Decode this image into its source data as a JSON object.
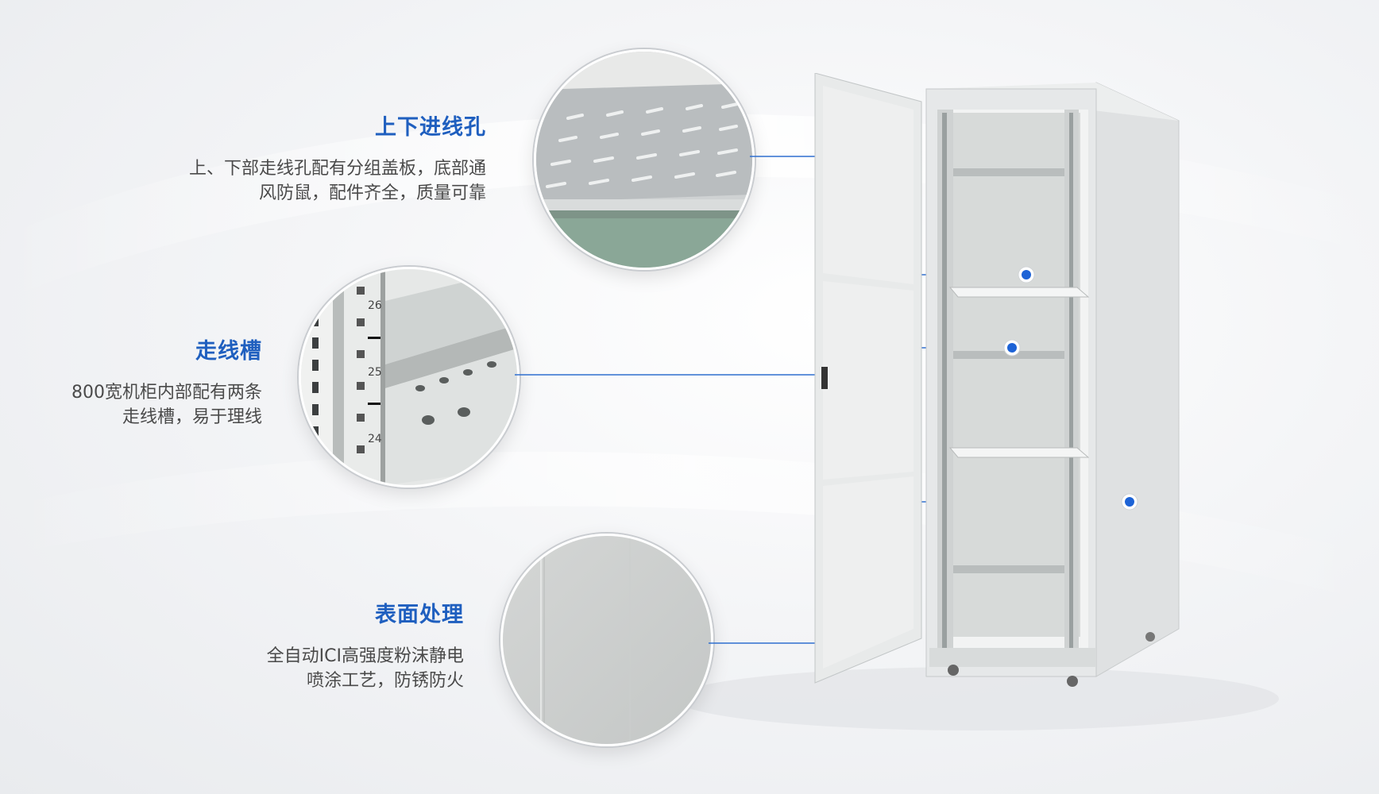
{
  "features": [
    {
      "title": "上下进线孔",
      "description_line1": "上、下部走线孔配有分组盖板，底部通",
      "description_line2": "风防鼠，配件齐全，质量可靠"
    },
    {
      "title": "走线槽",
      "description_line1": "800宽机柜内部配有两条",
      "description_line2": "走线槽，易于理线"
    },
    {
      "title": "表面处理",
      "description_line1": "全自动ICI高强度粉沫静电",
      "description_line2": "喷涂工艺，防锈防火"
    }
  ],
  "detail_images": [
    {
      "subject": "vented-tray-closeup",
      "shown_text": []
    },
    {
      "subject": "cable-tray-rack-rail-closeup",
      "shown_text": [
        "26",
        "25",
        "24"
      ]
    },
    {
      "subject": "powder-coated-surface-closeup",
      "shown_text": []
    }
  ],
  "colors": {
    "title_blue": "#1f5fbf",
    "body_text": "#4a4a4a",
    "connector_line": "#2f6fcf",
    "dot_blue": "#1d63d6",
    "cabinet_gray": "#e3e5e6"
  }
}
